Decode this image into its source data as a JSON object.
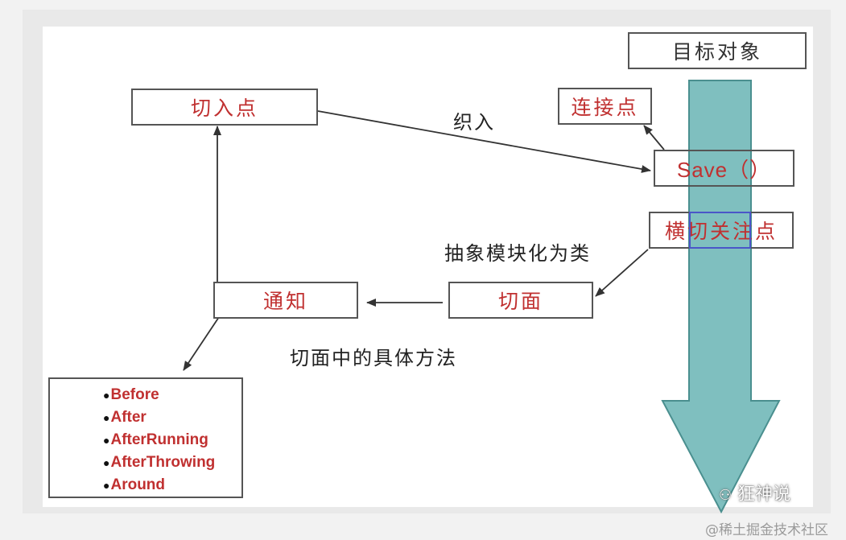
{
  "diagram": {
    "target_object": "目标对象",
    "pointcut": "切入点",
    "join_point": "连接点",
    "save": "Save（）",
    "crosscutting_concern": "横切关注点",
    "aspect": "切面",
    "advice": "通知",
    "weaving_label": "织入",
    "modularize_label": "抽象模块化为类",
    "aspect_methods_label": "切面中的具体方法",
    "advice_types": [
      "Before",
      "After",
      "AfterRunning",
      "AfterThrowing",
      "Around"
    ],
    "colors": {
      "arrow_fill": "#7fbfbf",
      "arrow_stroke": "#4a8f8f",
      "red_text": "#c03030",
      "highlight_border": "#4a56c8"
    }
  },
  "watermark": {
    "channel": "狂神说",
    "source": "@稀土掘金技术社区"
  }
}
